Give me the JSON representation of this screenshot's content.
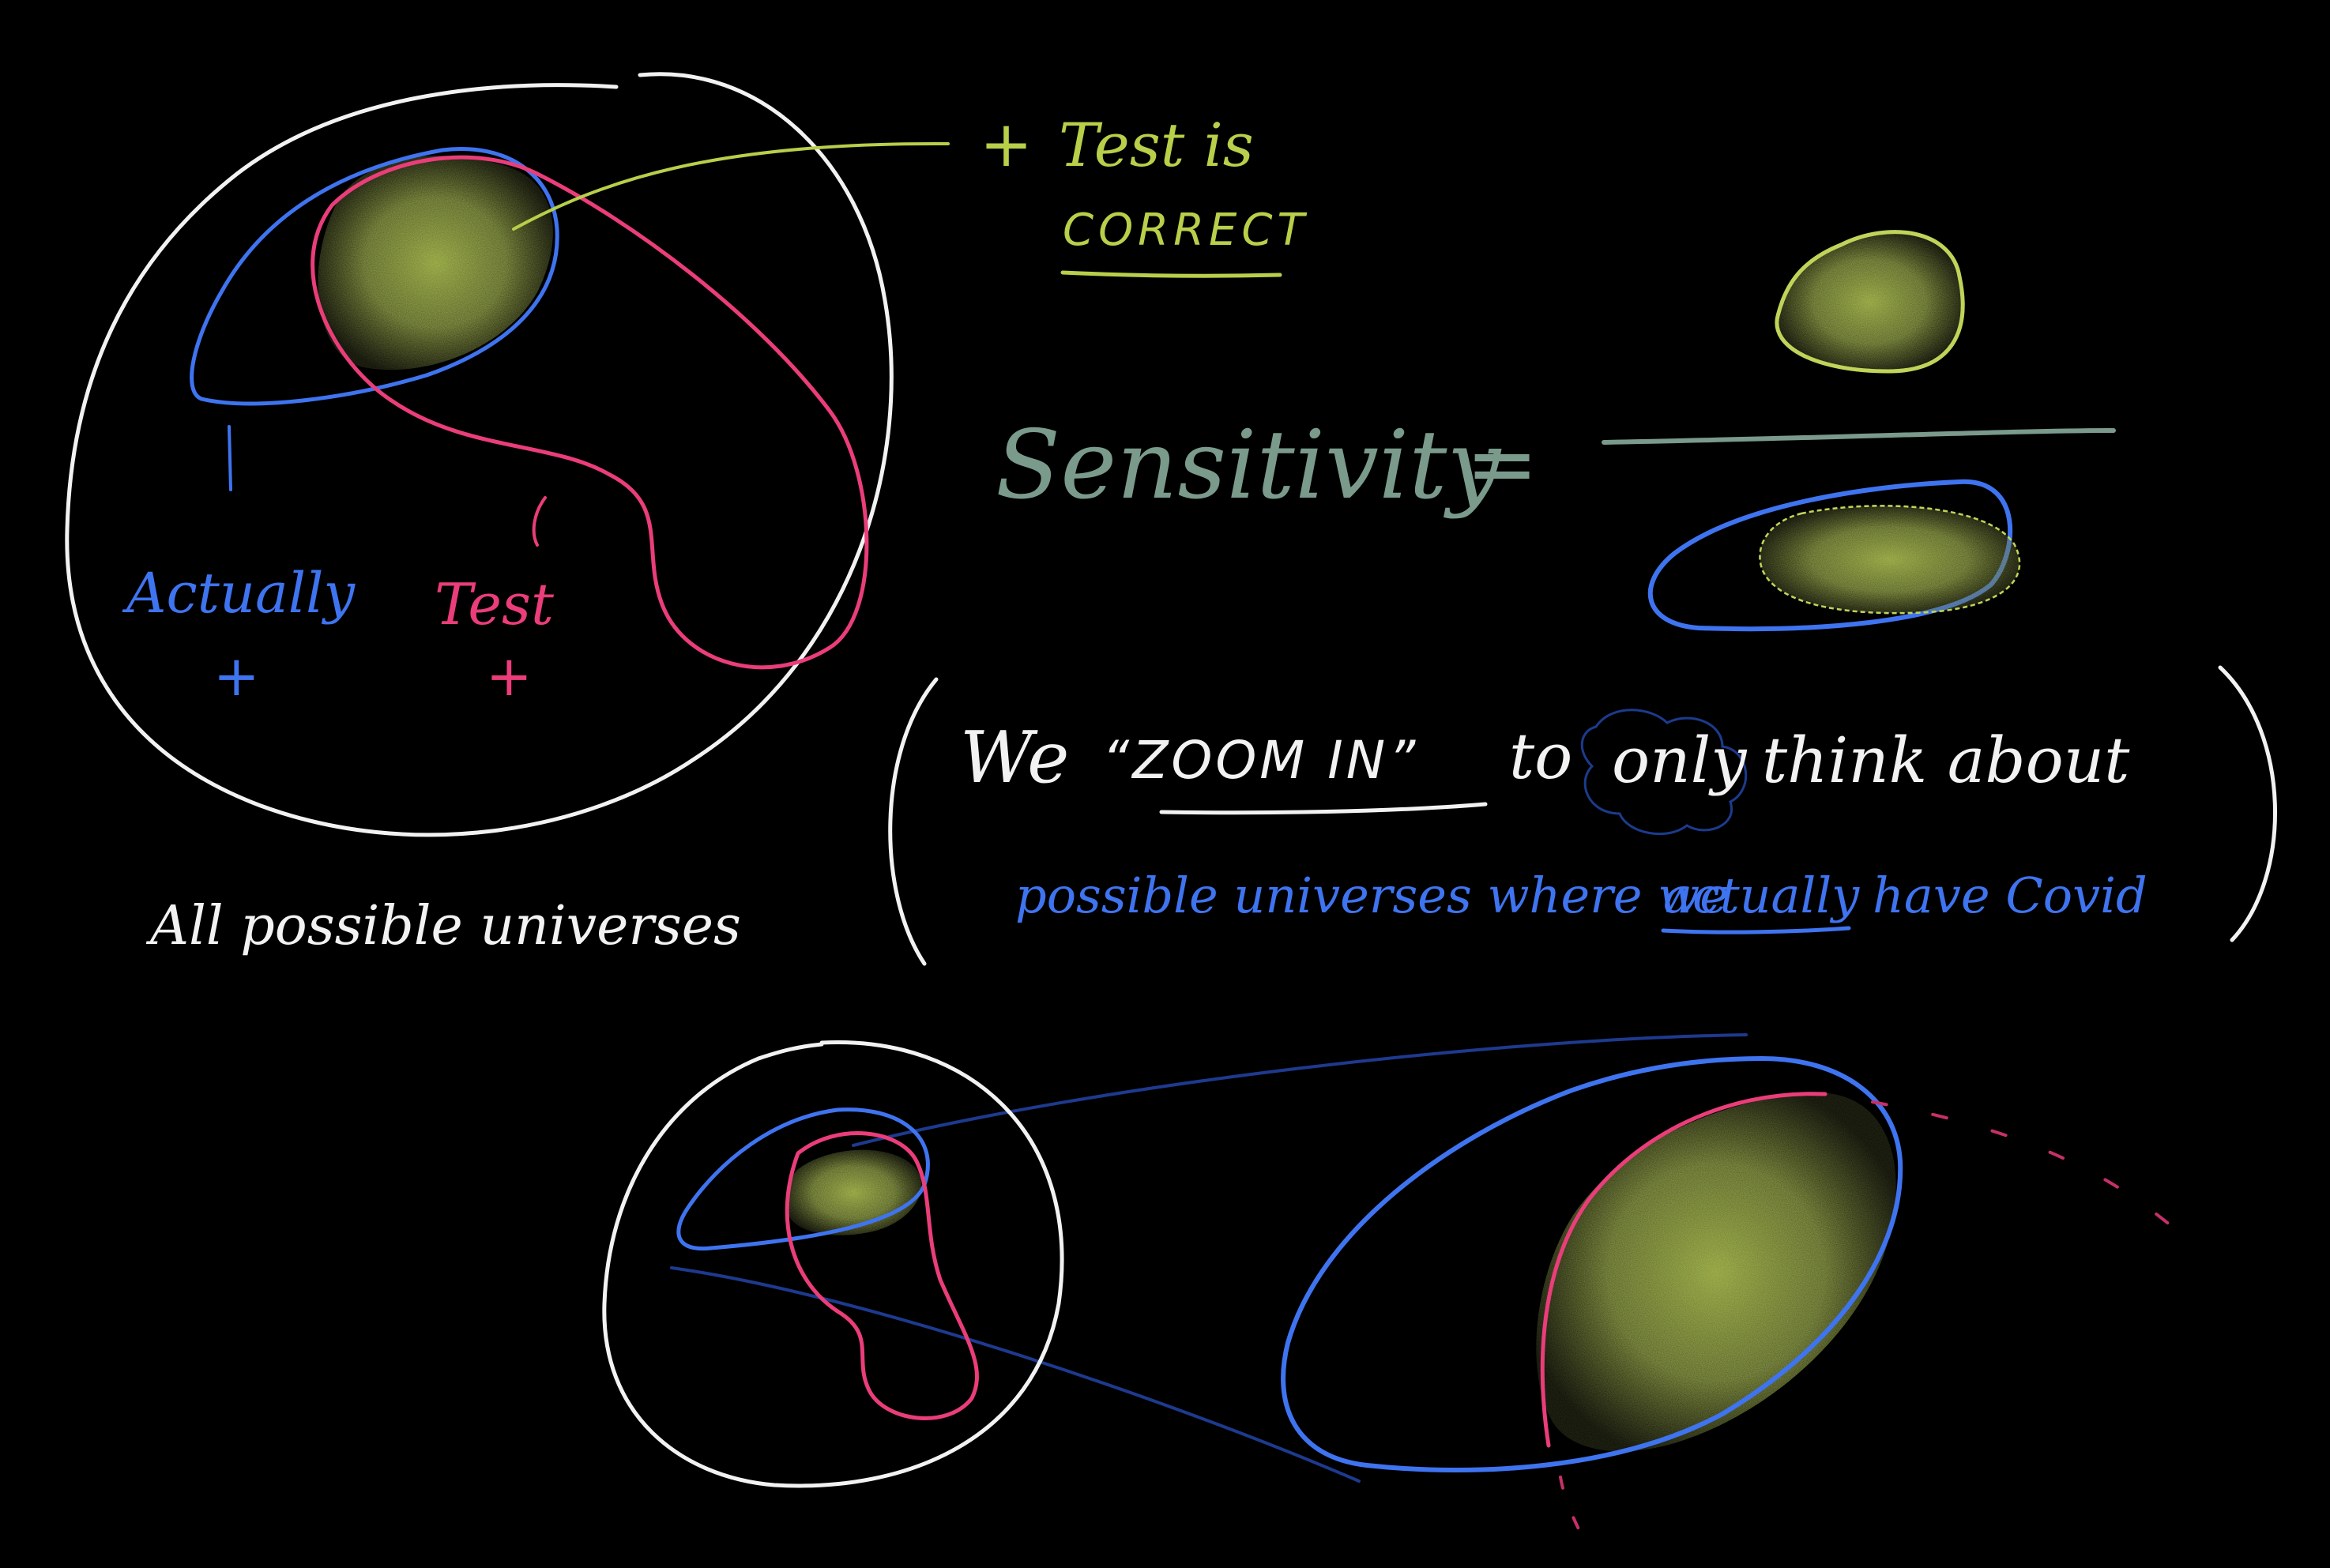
{
  "colors": {
    "background": "#000000",
    "universe_outline": "#f2f2f2",
    "actually_positive": "#3f74f0",
    "test_positive": "#ea3d7a",
    "correct_region": "#b8cf4a",
    "sensitivity_text": "#7a9a8c",
    "zoom_connector": "#1e3a8f",
    "fill_light": "#9bb03a",
    "fill_dark": "#3e4d13"
  },
  "labels": {
    "test_correct_plus": "+",
    "test_correct_line1": "Test is",
    "test_correct_line2": "CORRECT",
    "actually_label": "Actually",
    "actually_plus": "+",
    "test_label": "Test",
    "test_plus": "+",
    "universes_caption": "All possible universes",
    "sensitivity_label": "Sensitivity",
    "equals_sign": "=",
    "zoom_we": "We",
    "zoom_quote": "“ZOOM IN”",
    "zoom_to": "to",
    "zoom_only": "only",
    "zoom_think": "think about",
    "zoom_line2_a": "possible universes where we",
    "zoom_line2_actually": "actually",
    "zoom_line2_b": "have Covid"
  }
}
